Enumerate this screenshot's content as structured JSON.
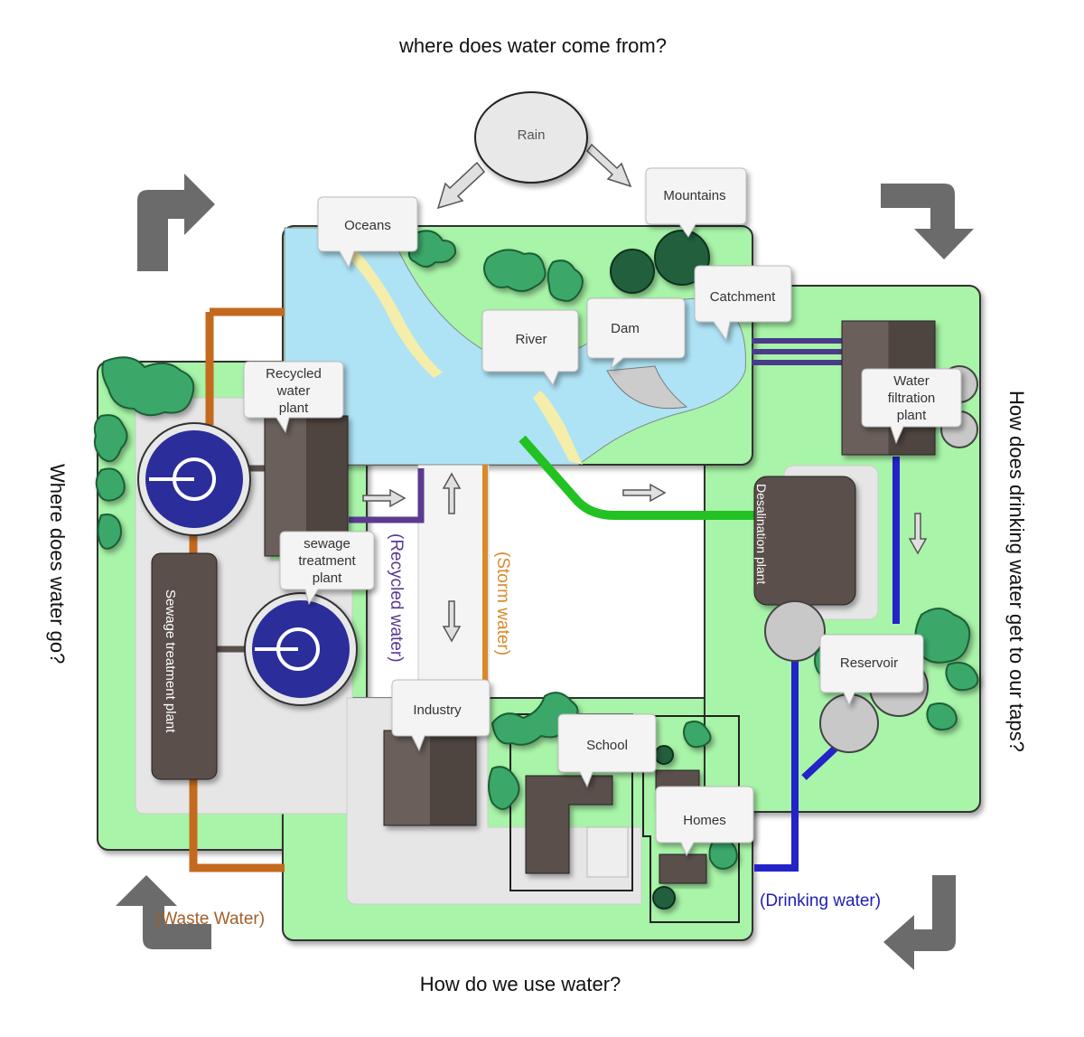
{
  "headings": {
    "top": "where does water come from?",
    "right": "How does drinking water get to our taps?",
    "bottom": "How do we use water?",
    "left": "Where does water go?"
  },
  "callouts": {
    "rain": "Rain",
    "oceans": "Oceans",
    "mountains": "Mountains",
    "catchment": "Catchment",
    "river": "River",
    "dam": "Dam",
    "recycled_plant": [
      "Recycled",
      "water",
      "plant"
    ],
    "sewage_plant": [
      "sewage",
      "treatment",
      "plant"
    ],
    "water_filtration": [
      "Water",
      "filtration",
      "plant"
    ],
    "reservoir": "Reservoir",
    "industry": "Industry",
    "school": "School",
    "homes": "Homes"
  },
  "building_labels": {
    "desalination": "Desalination plant",
    "sewage_treatment": "Sewage treatment plant"
  },
  "pipe_labels": {
    "recycled_water": "(Recycled water)",
    "storm_water": "(Storm water)",
    "waste_water": "(Waste Water)",
    "drinking_water": "(Drinking water)"
  },
  "colors": {
    "land": "#a8f4a8",
    "water": "#aee3f5",
    "sand": "#f4eeaa",
    "building": "#5a4f4b",
    "pavement": "#e8e8e8",
    "tree": "#3aa86a",
    "tree_dark": "#20603c",
    "recycled_pipe": "#5b3a91",
    "storm_pipe": "#d98a2a",
    "waste_pipe": "#c46a1e",
    "drinking_pipe": "#2323c8",
    "desal_pipe": "#22c222",
    "cycle_arrow": "#6b6b6b",
    "clarifier": "#2b2d9a",
    "label_recycled": "#5b3a91",
    "label_storm": "#d98a2a",
    "label_waste": "#a0602a",
    "label_drinking": "#1f1fb4"
  }
}
